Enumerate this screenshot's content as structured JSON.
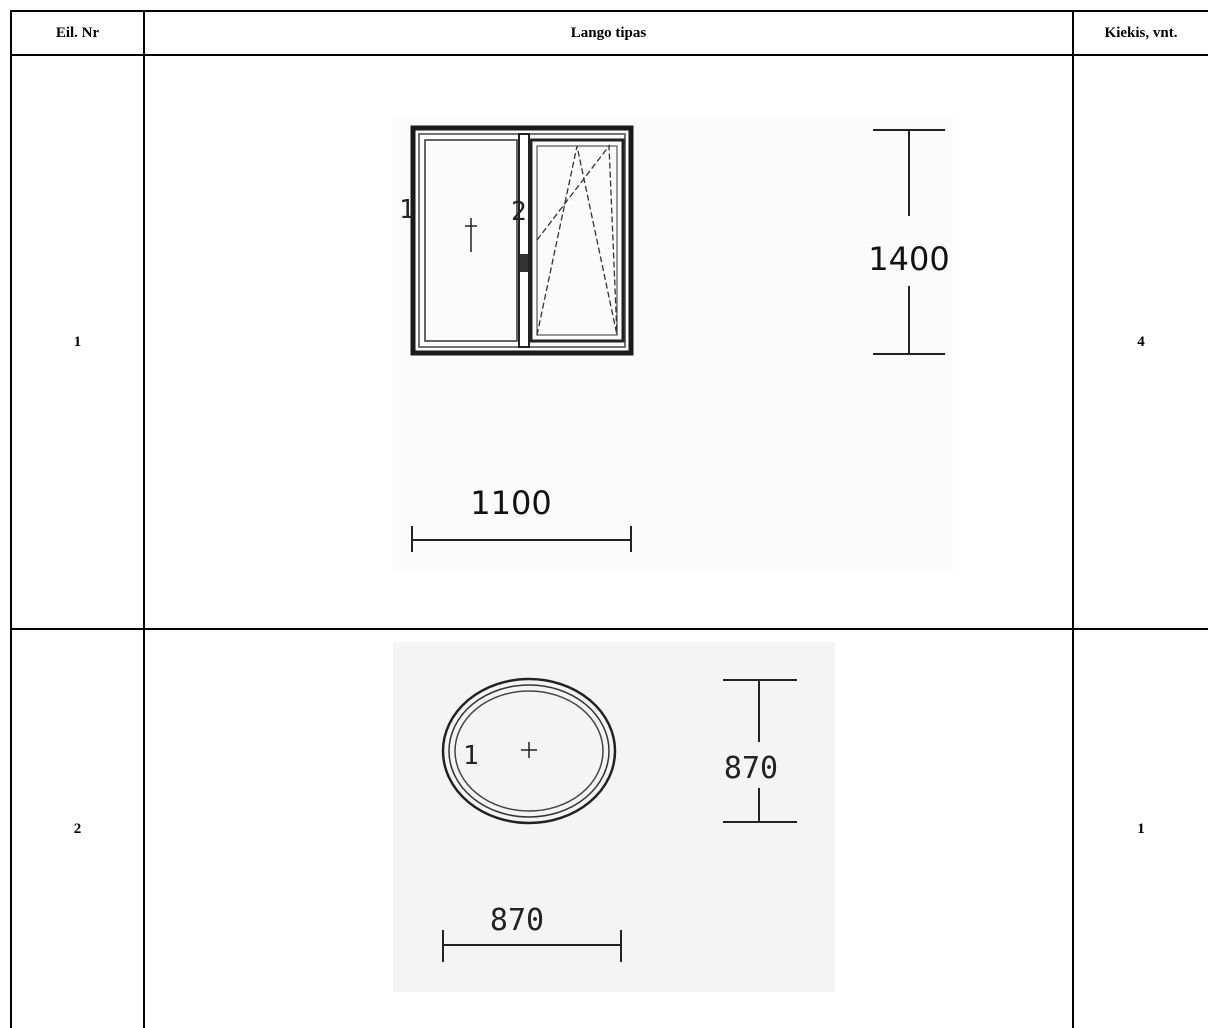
{
  "header": {
    "col1": "Eil. Nr",
    "col2": "Lango tipas",
    "col3": "Kiekis, vnt."
  },
  "rows": [
    {
      "nr": "1",
      "qty": "4",
      "drawing": {
        "sash_left_label": "1",
        "sash_right_label": "2",
        "height_label": "1400",
        "width_label": "1100"
      }
    },
    {
      "nr": "2",
      "qty": "1",
      "drawing": {
        "sash_label": "1",
        "height_label": "870",
        "width_label": "870"
      }
    }
  ]
}
